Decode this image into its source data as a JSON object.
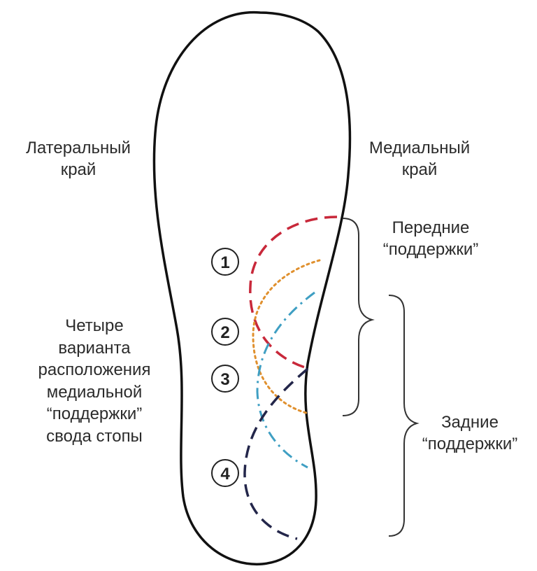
{
  "labels": {
    "lateral_edge": [
      "Латеральный",
      "край"
    ],
    "medial_edge": [
      "Медиальный",
      "край"
    ],
    "front_supports": [
      "Передние",
      "“поддержки”"
    ],
    "rear_supports": [
      "Задние",
      "“поддержки”"
    ],
    "four_variants": [
      "Четыре",
      "варианта",
      "расположения",
      "медиальной",
      "“поддержки”",
      "свода стопы"
    ]
  },
  "markers": [
    "1",
    "2",
    "3",
    "4"
  ],
  "colors": {
    "outline": "#111111",
    "variant_1": "#c8283a",
    "variant_2": "#e0902e",
    "variant_3": "#3f9fc3",
    "variant_4": "#23264a",
    "brace": "#333333"
  }
}
